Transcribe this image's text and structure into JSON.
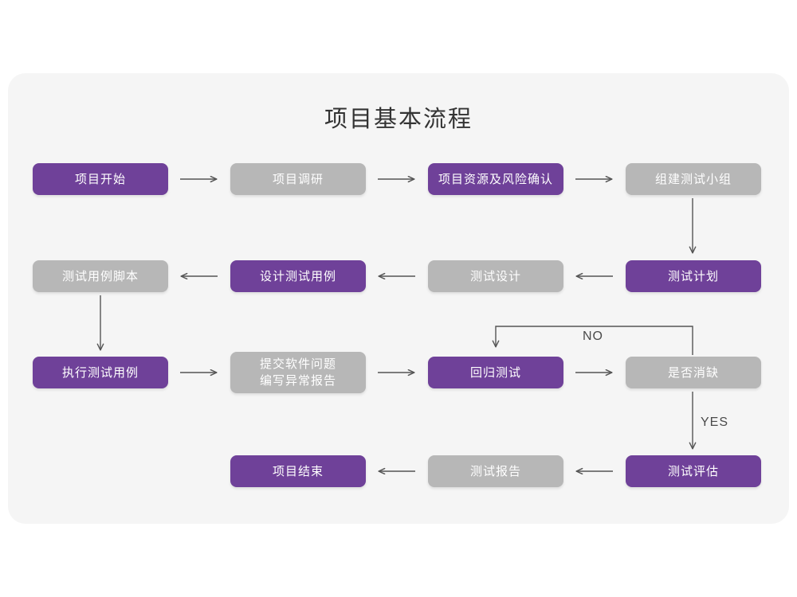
{
  "page": {
    "background": "#ffffff",
    "card_background": "#f5f5f5",
    "title": "项目基本流程",
    "accent_purple": "#6f4199",
    "accent_gray": "#b7b7b7",
    "connector_color": "#555555",
    "title_color": "#333333"
  },
  "nodes": [
    {
      "id": "n1",
      "label": "项目开始",
      "style": "purple",
      "row": 1,
      "col": 1
    },
    {
      "id": "n2",
      "label": "项目调研",
      "style": "gray",
      "row": 1,
      "col": 2
    },
    {
      "id": "n3",
      "label": "项目资源及风险确认",
      "style": "purple",
      "row": 1,
      "col": 3
    },
    {
      "id": "n4",
      "label": "组建测试小组",
      "style": "gray",
      "row": 1,
      "col": 4
    },
    {
      "id": "n5",
      "label": "测试用例脚本",
      "style": "gray",
      "row": 2,
      "col": 1
    },
    {
      "id": "n6",
      "label": "设计测试用例",
      "style": "purple",
      "row": 2,
      "col": 2
    },
    {
      "id": "n7",
      "label": "测试设计",
      "style": "gray",
      "row": 2,
      "col": 3
    },
    {
      "id": "n8",
      "label": "测试计划",
      "style": "purple",
      "row": 2,
      "col": 4
    },
    {
      "id": "n9",
      "label": "执行测试用例",
      "style": "purple",
      "row": 3,
      "col": 1
    },
    {
      "id": "n10",
      "label_line1": "提交软件问题",
      "label_line2": "编写异常报告",
      "style": "gray",
      "row": 3,
      "col": 2
    },
    {
      "id": "n11",
      "label": "回归测试",
      "style": "purple",
      "row": 3,
      "col": 3
    },
    {
      "id": "n12",
      "label": "是否消缺",
      "style": "gray",
      "row": 3,
      "col": 4
    },
    {
      "id": "n13",
      "label": "项目结束",
      "style": "purple",
      "row": 4,
      "col": 2
    },
    {
      "id": "n14",
      "label": "测试报告",
      "style": "gray",
      "row": 4,
      "col": 3
    },
    {
      "id": "n15",
      "label": "测试评估",
      "style": "purple",
      "row": 4,
      "col": 4
    }
  ],
  "edge_labels": {
    "no": "NO",
    "yes": "YES"
  },
  "flow": {
    "row1_direction": "right",
    "row2_direction": "left",
    "row3_direction": "right",
    "row4_direction": "left",
    "decision_node": "是否消缺",
    "decision_no_target": "回归测试",
    "decision_yes_target": "测试评估"
  }
}
